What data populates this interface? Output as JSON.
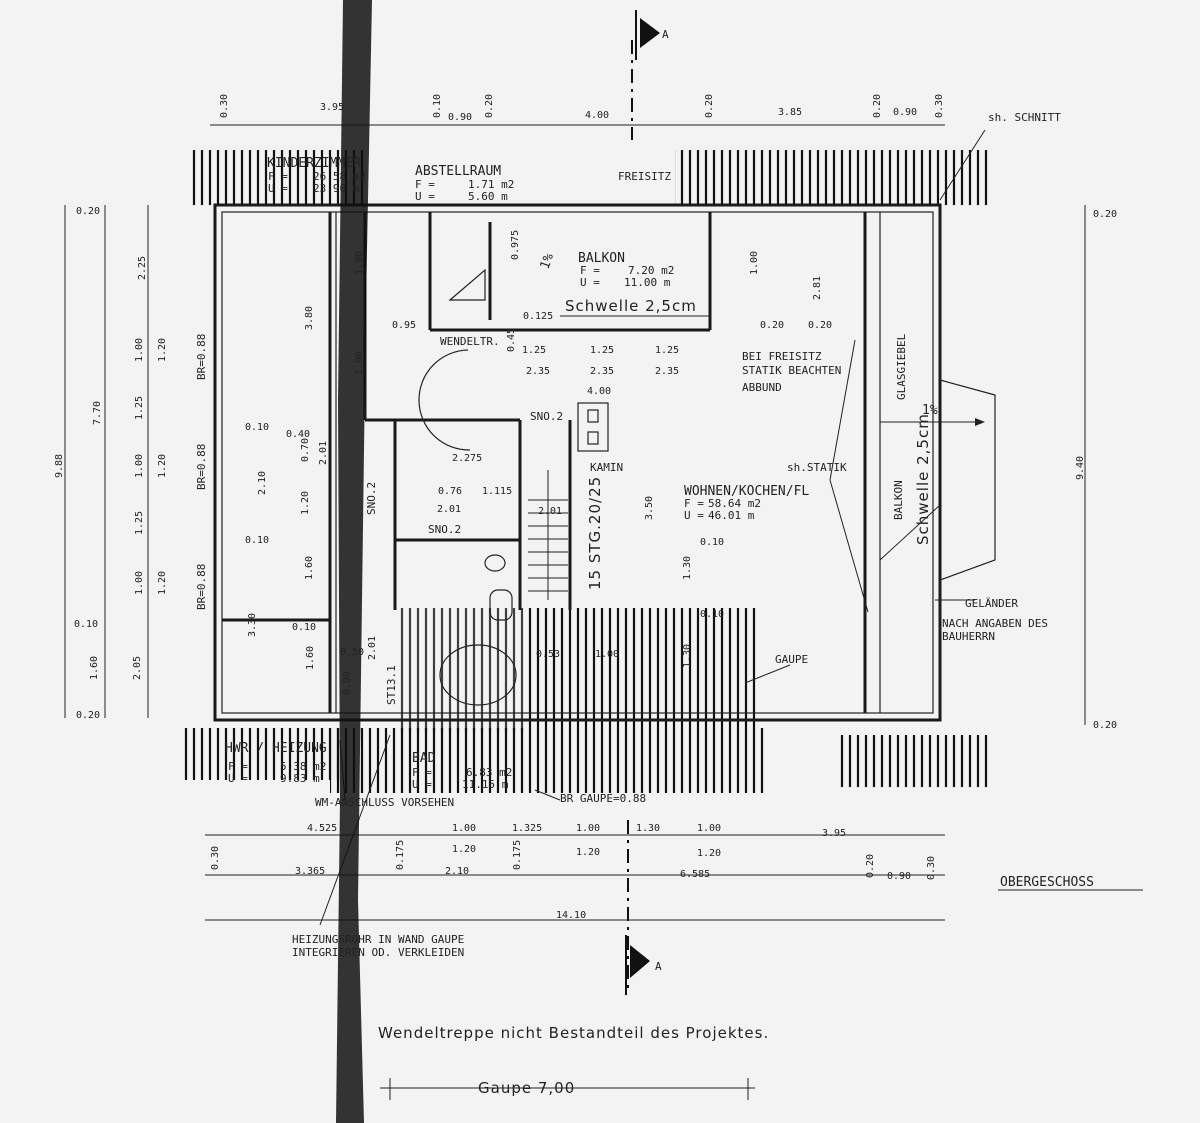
{
  "title": "OBERGESCHOSS",
  "section_marker": "A",
  "rooms": {
    "kinderzimmer": {
      "name": "KINDERZIMMER",
      "f": "F =",
      "f_val": "26.58 m2",
      "u": "U =",
      "u_val": "23.90 m"
    },
    "abstellraum": {
      "name": "ABSTELLRAUM",
      "f": "F =",
      "f_val": "1.71 m2",
      "u": "U =",
      "u_val": "5.60 m"
    },
    "balkon_top": {
      "name": "BALKON",
      "f": "F =",
      "f_val": "7.20 m2",
      "u": "U =",
      "u_val": "11.00 m"
    },
    "wohnen": {
      "name": "WOHNEN/KOCHEN/FL",
      "f": "F =",
      "f_val": "58.64 m2",
      "u": "U =",
      "u_val": "46.01 m"
    },
    "hwr": {
      "name": "HWR / HEIZUNG",
      "f": "F =",
      "f_val": "5.38 m2",
      "u": "U =",
      "u_val": "9.83 m"
    },
    "bad": {
      "name": "BAD",
      "f": "F =",
      "f_val": "6.83 m2",
      "u": "U =",
      "u_val": "11.15 m"
    }
  },
  "labels": {
    "freisitz": "FREISITZ",
    "schwelle_top": "Schwelle 2,5cm",
    "schwelle_right": "Schwelle 2,5cm",
    "wendeltr": "WENDELTR.",
    "statik1": "BEI FREISITZ",
    "statik2": "STATIK BEACHTEN",
    "statik3": "ABBUND",
    "sh_schnitt": "sh. SCHNITT",
    "sh_statik": "sh.STATIK",
    "glasgiebel": "GLASGIEBEL",
    "balkon_right": "BALKON",
    "gelaender": "GELÄNDER",
    "gelaender_note1": "NACH ANGABEN DES",
    "gelaender_note2": "BAUHERRN",
    "gaupe": "GAUPE",
    "kamin": "KAMIN",
    "treppe": "15 STG.20/25",
    "sno2_a": "SNO.2",
    "sno2_b": "SNO.2",
    "sno2_c": "SNO.2",
    "st13": "ST13.1",
    "br_gaupe": "BR GAUPE=0.88",
    "wm": "WM-ANSCHLUSS VORSEHEN",
    "heizung1": "HEIZUNGSROHR IN WAND GAUPE",
    "heizung2": "INTEGRIEREN OD. VERKLEIDEN",
    "slope_top": "1%",
    "slope_right": "1%",
    "br1": "BR=0.88",
    "br2": "BR=0.88",
    "br3": "BR=0.88",
    "note_wendeltreppe": "Wendeltreppe nicht Bestandteil des Projektes.",
    "gaupe_dim": "Gaupe 7,00"
  },
  "dims_top": [
    "0.30",
    "3.95",
    "0.10",
    "0.90",
    "0.20",
    "4.00",
    "0.20",
    "3.85",
    "0.20",
    "0.90",
    "0.30"
  ],
  "dims_bottom_1": [
    "4.525",
    "1.00",
    "1.325",
    "1.00",
    "1.30",
    "1.00",
    "3.95"
  ],
  "dims_bottom_2": [
    "1.20",
    "1.20",
    "1.20"
  ],
  "dims_bottom_3": [
    "0.30",
    "3.365",
    "0.175",
    "2.10",
    "0.175",
    "6.585",
    "0.20",
    "0.90",
    "0.30"
  ],
  "dims_total": "14.10",
  "dims_left_outer": "9.88",
  "dims_left_mid": "7.70",
  "dims_left": [
    "0.20",
    "2.25",
    "1.00",
    "1.25",
    "1.00",
    "1.25",
    "1.00",
    "0.10",
    "1.60",
    "2.05",
    "0.20"
  ],
  "dims_left_b": [
    "1.20",
    "1.20",
    "1.20"
  ],
  "dims_right_total": "9.40",
  "dims_right": [
    "0.20",
    "0.20"
  ],
  "dims_inner": {
    "d380": "3.80",
    "d190": "1.90",
    "d095": "0.95",
    "d100": "1.00",
    "d040": "0.40",
    "d210": "2.10",
    "d078": "0.70",
    "d201": "2.01",
    "d120": "1.20",
    "d160": "1.60",
    "d330": "3.30",
    "d010a": "0.10",
    "d010b": "0.10",
    "d010c": "0.10",
    "d2275": "2.275",
    "d076": "0.76",
    "d1115": "1.115",
    "d201b": "2.01",
    "d201c": "2.01",
    "d0975": "0.975",
    "d0125": "0.125",
    "d045": "0.45",
    "d125a": "1.25",
    "d125b": "1.25",
    "d125c": "1.25",
    "d235a": "2.35",
    "d235b": "2.35",
    "d235c": "2.35",
    "d400": "4.00",
    "d100b": "1.00",
    "d281": "2.81",
    "d020a": "0.20",
    "d020b": "0.20",
    "d350": "3.50",
    "d010d": "0.10",
    "d130": "1.30",
    "d010e": "0.10",
    "d130b": "1.30",
    "d053": "0.53",
    "d100c": "1.00",
    "d201d": "2.01",
    "d050": "0.50",
    "d090": "0.90"
  }
}
